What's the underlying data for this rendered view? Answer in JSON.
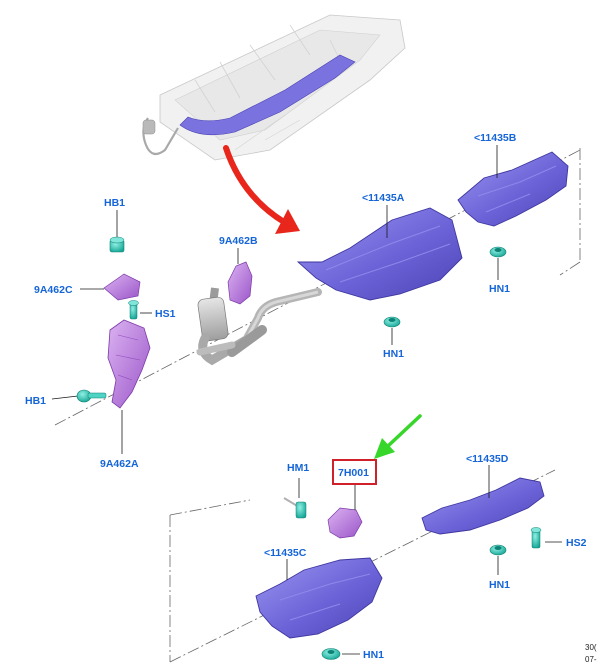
{
  "callouts": {
    "hb1_top": "HB1",
    "part_9a462c": "9A462C",
    "hs1": "HS1",
    "hb1_left": "HB1",
    "part_9a462a": "9A462A",
    "part_9a462b": "9A462B",
    "part_11435a": "<11435A",
    "hn1_a": "HN1",
    "part_11435b": "<11435B",
    "hn1_b": "HN1",
    "hm1": "HM1",
    "part_7h001": "7H001",
    "part_11435d": "<11435D",
    "hn1_d": "HN1",
    "hs2": "HS2",
    "part_11435c": "<11435C",
    "hn1_c": "HN1"
  },
  "footer": {
    "line1": "30(",
    "line2": "07-"
  },
  "colors": {
    "label_blue": "#1565d8",
    "shield_blue": "#6c63d8",
    "bracket_purple": "#b070d8",
    "fastener_teal": "#2ec7b6",
    "red_arrow": "#e8261c",
    "green_arrow": "#37d62a",
    "highlight_box": "#d0202c"
  },
  "icons": {
    "overview_arrow": "red-arrow-icon",
    "highlight_arrow": "green-arrow-icon"
  }
}
